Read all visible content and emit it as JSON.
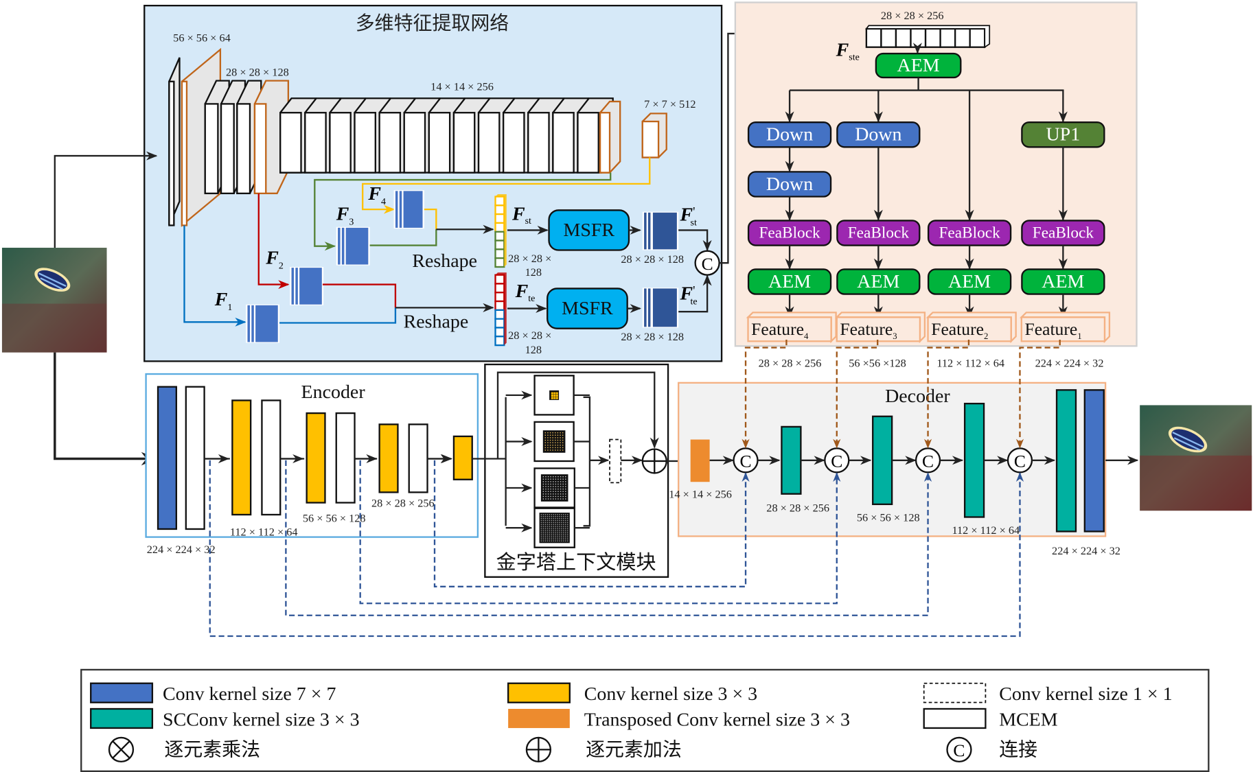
{
  "colors": {
    "conv7": "#4472c4",
    "scconv3": "#00b0a0",
    "conv3": "#ffc000",
    "transposed": "#ed8b2e",
    "aem": "#00b33c",
    "down": "#4472c4",
    "up": "#548235",
    "feablock": "#9c27b0",
    "msfr": "#00b0f0",
    "feature_border": "#f4b183",
    "panel_blue": "#d6e9f8",
    "panel_peach": "#fbeadf",
    "panel_decoder": "#f2f2f2",
    "skip_blue": "#2f5597",
    "skip_orange": "#a0581a"
  },
  "extraction_network": {
    "title": "多维特征提取网络",
    "dims": [
      "56 × 56 × 64",
      "28 × 28 × 128",
      "14 × 14 × 256",
      "7 × 7 × 512"
    ],
    "features": [
      "F",
      "F",
      "F",
      "F"
    ],
    "feature_subs": [
      "1",
      "2",
      "3",
      "4"
    ],
    "reshape_labels": [
      "Reshape",
      "Reshape"
    ],
    "vec_dim_top": [
      "28 × 28 ×",
      "128"
    ],
    "vec_dim_bottom": [
      "28 × 28 ×",
      "128"
    ],
    "f_st": "F",
    "f_st_sub": "st",
    "f_te": "F",
    "f_te_sub": "te",
    "msfr_labels": [
      "MSFR",
      "MSFR"
    ],
    "fprime_st_sub": "st",
    "fprime_te_sub": "te",
    "out_dims": [
      "28 × 28 × 128",
      "28 × 28 × 128"
    ],
    "concat_symbol": "C"
  },
  "aem_panel": {
    "input_dim": "28 × 28 × 256",
    "f_ste": "F",
    "f_ste_sub": "ste",
    "top_aem": "AEM",
    "branches": [
      {
        "blocks": [
          "Down",
          "Down"
        ],
        "feablock": "FeaBlock",
        "aem": "AEM",
        "feature": "Feature",
        "feature_sub": "4",
        "dim": "28 × 28 × 256"
      },
      {
        "blocks": [
          "Down"
        ],
        "feablock": "FeaBlock",
        "aem": "AEM",
        "feature": "Feature",
        "feature_sub": "3",
        "dim": "56 ×56 ×128"
      },
      {
        "blocks": [],
        "feablock": "FeaBlock",
        "aem": "AEM",
        "feature": "Feature",
        "feature_sub": "2",
        "dim": "112 × 112 × 64"
      },
      {
        "blocks": [
          "UP1"
        ],
        "feablock": "FeaBlock",
        "aem": "AEM",
        "feature": "Feature",
        "feature_sub": "1",
        "dim": "224 × 224 × 32"
      }
    ]
  },
  "encoder": {
    "title": "Encoder",
    "dims": [
      "224 × 224 × 32",
      "112 × 112 × 64",
      "56 × 56 × 128",
      "28 × 28 × 256"
    ]
  },
  "pyramid": {
    "title": "金字塔上下文模块",
    "out_dim": "14 × 14 × 256"
  },
  "decoder": {
    "title": "Decoder",
    "dims": [
      "28 × 28 × 256",
      "56 × 56 × 128",
      "112 × 112 × 64",
      "224 × 224 × 32"
    ],
    "concat_symbol": "C"
  },
  "legend": {
    "items": [
      {
        "label": "Conv kernel size 7 × 7",
        "swatch": "conv7"
      },
      {
        "label": "SCConv kernel size 3 × 3",
        "swatch": "scconv3"
      },
      {
        "label": "逐元素乘法",
        "swatch": "otimes"
      },
      {
        "label": "Conv kernel size 3 × 3",
        "swatch": "conv3"
      },
      {
        "label": "Transposed Conv kernel size 3 × 3",
        "swatch": "transposed"
      },
      {
        "label": "逐元素加法",
        "swatch": "oplus"
      },
      {
        "label": "Conv kernel size 1 × 1",
        "swatch": "dashed"
      },
      {
        "label": "MCEM",
        "swatch": "white"
      },
      {
        "label": "连接",
        "swatch": "concat"
      }
    ]
  }
}
